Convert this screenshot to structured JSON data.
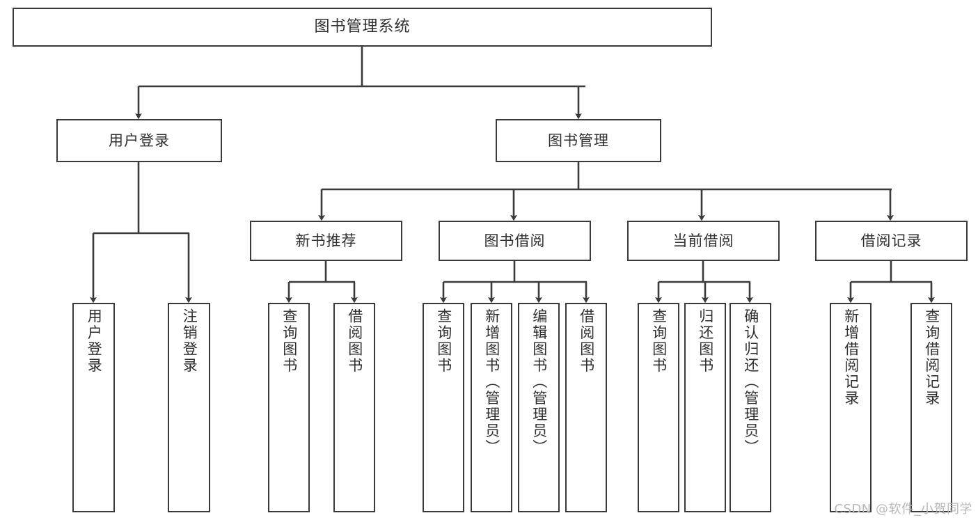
{
  "diagram": {
    "type": "tree-hierarchy",
    "title": "图书管理系统",
    "stroke_color": "#3a3a3a",
    "text_color": "#2f2f2f",
    "background_color": "#ffffff",
    "nodes": {
      "root": {
        "label": "图书管理系统"
      },
      "level1": [
        {
          "id": "user-login",
          "label": "用户登录"
        },
        {
          "id": "book-management",
          "label": "图书管理"
        }
      ],
      "level2": [
        {
          "id": "new-book-recommend",
          "label": "新书推荐"
        },
        {
          "id": "book-borrow",
          "label": "图书借阅"
        },
        {
          "id": "current-borrow",
          "label": "当前借阅"
        },
        {
          "id": "borrow-record",
          "label": "借阅记录"
        }
      ],
      "leaves": {
        "user_login": [
          {
            "id": "leaf-user-login",
            "label": "用户登录"
          },
          {
            "id": "leaf-logout-login",
            "label": "注销登录"
          }
        ],
        "new_book_recommend": [
          {
            "id": "leaf-query-book-1",
            "label": "查询图书"
          },
          {
            "id": "leaf-borrow-book-1",
            "label": "借阅图书"
          }
        ],
        "book_borrow": [
          {
            "id": "leaf-query-book-2",
            "label": "查询图书"
          },
          {
            "id": "leaf-add-book",
            "label": "新增图书（管理员）"
          },
          {
            "id": "leaf-edit-book",
            "label": "编辑图书（管理员）"
          },
          {
            "id": "leaf-borrow-book-2",
            "label": "借阅图书"
          }
        ],
        "current_borrow": [
          {
            "id": "leaf-query-book-3",
            "label": "查询图书"
          },
          {
            "id": "leaf-return-book",
            "label": "归还图书"
          },
          {
            "id": "leaf-confirm-return",
            "label": "确认归还（管理员）"
          }
        ],
        "borrow_record": [
          {
            "id": "leaf-add-record",
            "label": "新增借阅记录"
          },
          {
            "id": "leaf-query-record",
            "label": "查询借阅记录"
          }
        ]
      }
    }
  },
  "watermark": {
    "text": "CSDN @软件_小贺同学"
  }
}
